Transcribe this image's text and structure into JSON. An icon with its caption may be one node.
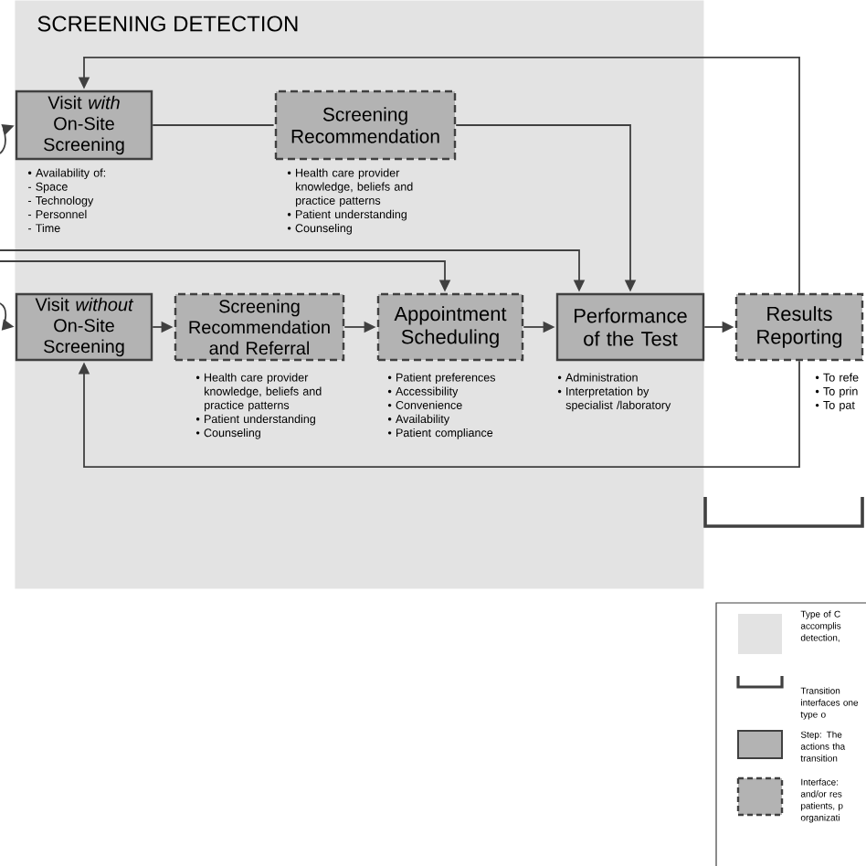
{
  "diagram": {
    "nodes": [
      {
        "text": [
          "SCREENING DETECTION"
        ]
      },
      {
        "text": [
          "Visit *with* On-Site Screening"
        ],
        "in": 0,
        "beside": [
          "• Availability of:",
          "- Space",
          "- Technology",
          "- Personnel",
          "- Time"
        ]
      },
      {
        "text": [
          "Screening Recommendation"
        ],
        "in": 0,
        "beside": [
          "• Health care provider knowledge, beliefs and practice patterns",
          "• Patient understanding",
          "• Counseling"
        ]
      },
      {
        "text": [
          "Visit *without* On-Site Screening"
        ],
        "in": 0
      },
      {
        "text": [
          "Screening Recommendation and Referral"
        ],
        "in": 0,
        "beside": [
          "• Health care provider knowledge, beliefs and practice patterns",
          "• Patient understanding",
          "• Counseling"
        ]
      },
      {
        "text": [
          "Appointment Scheduling"
        ],
        "in": 0,
        "beside": [
          "• Patient preferences",
          "• Accessibility",
          "• Convenience",
          "• Availability",
          "• Patient compliance"
        ]
      },
      {
        "text": [
          "Performance of the Test"
        ],
        "in": 0,
        "beside": [
          "• Administration",
          "• Interpretation by specialist /laboratory"
        ]
      },
      {
        "text": [
          "Results Reporting"
        ],
        "beside": [
          "• To refe",
          "• To prin",
          "• To pat"
        ]
      }
    ],
    "edges": [
      {
        "from": 1,
        "to": 2,
        "arrow": "none"
      },
      {
        "from": 2,
        "to": 6,
        "arrow": "to"
      },
      {
        "from": null,
        "to": 6,
        "arrow": "to"
      },
      {
        "from": null,
        "to": 5,
        "arrow": "to"
      },
      {
        "from": null,
        "to": 1,
        "arrow": "to"
      },
      {
        "from": null,
        "to": 3,
        "arrow": "to"
      },
      {
        "from": 3,
        "to": 4,
        "arrow": "to"
      },
      {
        "from": 4,
        "to": 5,
        "arrow": "to"
      },
      {
        "from": 5,
        "to": 6,
        "arrow": "to"
      },
      {
        "from": 6,
        "to": 7,
        "arrow": "to"
      },
      {
        "from": 7,
        "to": 1,
        "arrow": "to"
      },
      {
        "from": 7,
        "to": 3,
        "arrow": "to"
      }
    ],
    "legend": [
      {
        "text": "Type of C accomplis detection,",
        "color": "#e3e3e3"
      },
      {
        "text": "Transition interfaces one type o"
      },
      {
        "text": "Step: The actions tha transition"
      },
      {
        "text": "Interface: and/or res patients, p organizati"
      }
    ]
  }
}
